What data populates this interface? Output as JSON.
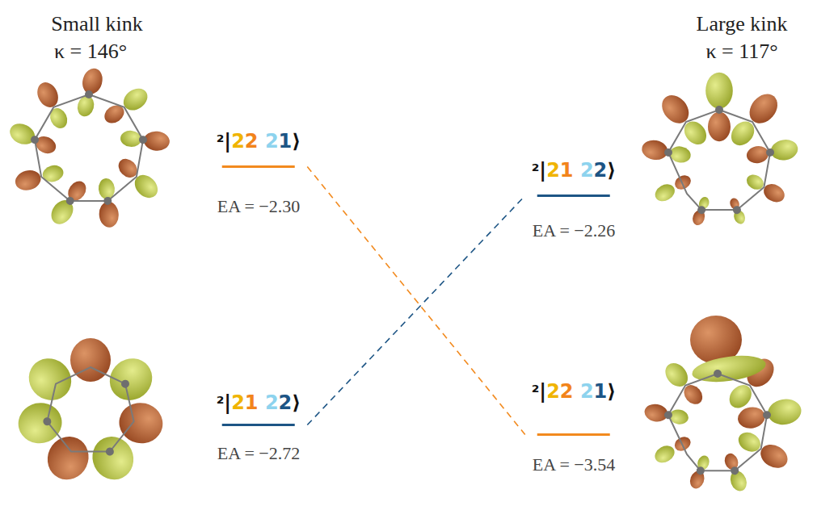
{
  "diagram": {
    "nodes": [
      {
        "text": [
          "²|22 21⟩",
          "EA = −2.30"
        ]
      },
      {
        "text": [
          "²|21 22⟩",
          "EA = −2.26"
        ]
      },
      {
        "text": [
          "²|21 22⟩",
          "EA = −2.72"
        ]
      },
      {
        "text": [
          "²|22 21⟩",
          "EA = −3.54"
        ]
      }
    ],
    "edges": [
      {
        "from": 0,
        "to": 3,
        "arrow": "none"
      },
      {
        "from": 2,
        "to": 1,
        "arrow": "none"
      }
    ],
    "labels": [
      "Small kink",
      "κ = 146°",
      "Large kink",
      "κ = 117°"
    ]
  }
}
